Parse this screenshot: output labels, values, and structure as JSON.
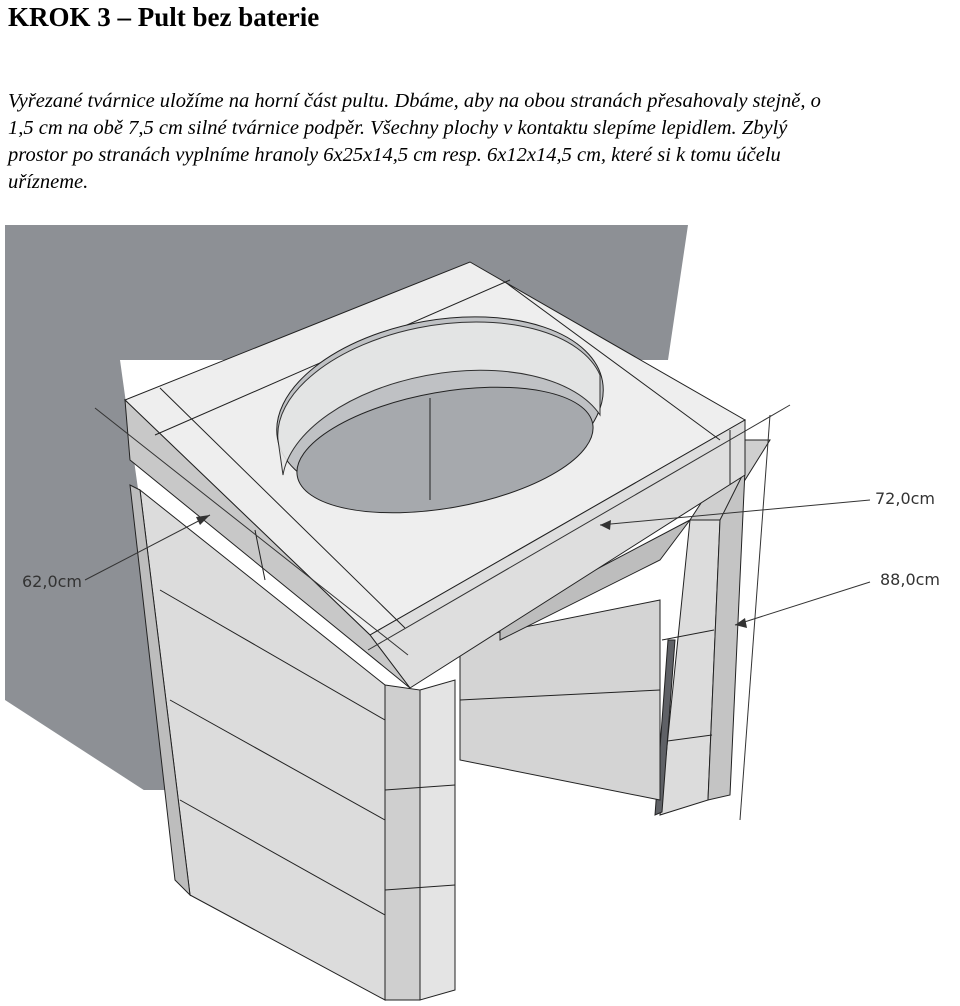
{
  "document": {
    "title": "KROK 3 – Pult bez baterie",
    "paragraph_lines": [
      "Vyřezané tvárnice uložíme na horní část pultu. Dbáme, aby na obou stranách přesahovaly stejně, o",
      "1,5 cm na obě 7,5 cm silné tvárnice podpěr. Všechny plochy v kontaktu slepíme lepidlem. Zbylý",
      "prostor po stranách vyplníme hranoly 6x25x14,5 cm resp. 6x12x14,5 cm, které si k tomu účelu",
      "uřízneme."
    ]
  },
  "figure": {
    "dimensions": {
      "depth_label": "62,0cm",
      "width_label": "72,0cm",
      "height_label": "88,0cm"
    },
    "colors": {
      "wall": "#8d9095",
      "wall_shadow": "#74777c",
      "block_light": "#eeeeee",
      "block_mid": "#dedede",
      "block_dark": "#c8c8c8",
      "edge": "#222222",
      "interior": "#d4d4d4"
    }
  }
}
